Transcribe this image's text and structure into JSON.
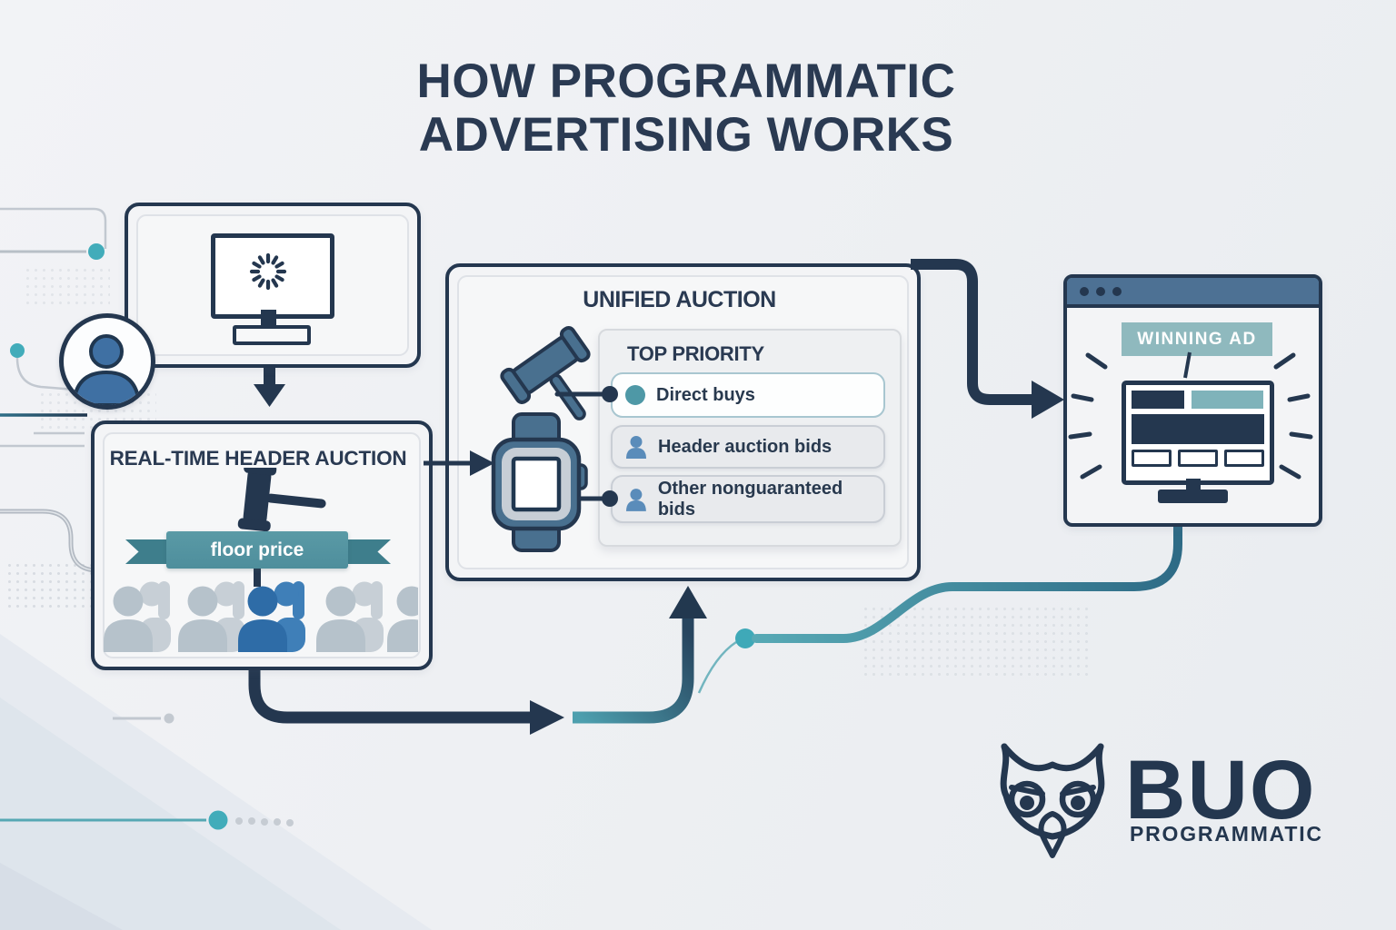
{
  "title": {
    "line1": "HOW PROGRAMMATIC",
    "line2": "ADVERTISING WORKS"
  },
  "publisher_box": {
    "icon": "monitor-loading-icon",
    "avatar_icon": "user-avatar-icon"
  },
  "header_auction_box": {
    "title": "REAL-TIME HEADER AUCTION",
    "icon": "gavel-icon",
    "ribbon_label": "floor price",
    "crowd_icon": "bidders-crowd-icon"
  },
  "unified_auction_box": {
    "title": "UNIFIED AUCTION",
    "gavel_icon": "gavel-icon",
    "timer_icon": "smartwatch-icon",
    "priority_panel": {
      "title": "TOP PRIORITY",
      "items": [
        {
          "label": "Direct buys",
          "icon": "teal-dot-icon"
        },
        {
          "label": "Header auction bids",
          "icon": "person-icon"
        },
        {
          "label": "Other nonguaranteed bids",
          "icon": "person-icon"
        }
      ]
    }
  },
  "winning_ad_box": {
    "label": "WINNING AD",
    "window_icon": "browser-window-icon",
    "monitor_icon": "ad-monitor-icon"
  },
  "logo": {
    "name": "BUO",
    "subtitle": "PROGRAMMATIC",
    "icon": "owl-icon"
  },
  "colors": {
    "navy": "#24374F",
    "slate": "#49708F",
    "boxBg": "#F3F4F6",
    "pageBg": "#EEF0F3",
    "ribbonTeal": "#549AA7",
    "ribbonTealDark": "#3E7E8C",
    "tealDot": "#41ACBA",
    "tealLine": "#57A9B5",
    "tealLineDark": "#2E6B86",
    "winningLabelBg": "#8FB9BE",
    "browserBar": "#4D7194",
    "adTeal": "#7FB3BA",
    "personBlue": "#5A8CBA",
    "bulletTeal": "#4E98A6",
    "peopleGray": "#B6C2CB",
    "peopleGrayLight": "#C7CFD6",
    "peopleBlue": "#2E6CA7",
    "peopleBlueLight": "#3F7FB8",
    "rowGrayBg": "#E8EAED",
    "rowWhiteBg": "#FDFEFE",
    "rowTealBorder": "#A8C6D0",
    "rowGrayBorder": "#C9CED5",
    "panelBg": "#EEF0F2",
    "textNavy": "#28394E"
  }
}
